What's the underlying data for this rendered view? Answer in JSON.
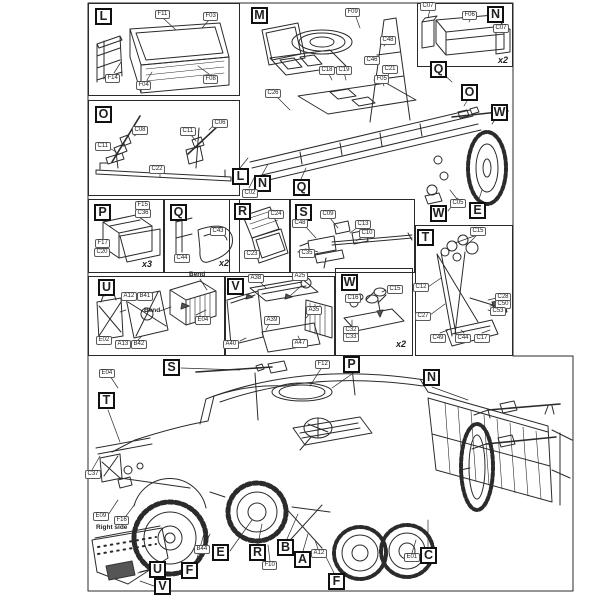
{
  "sheet": {
    "bg": "#ffffff",
    "ink": "#2b2b2b"
  },
  "panels": {
    "L": {
      "letter": "L",
      "parts": [
        "F11",
        "F03",
        "F14",
        "F04",
        "F08"
      ]
    },
    "N": {
      "letter": "N",
      "parts": [
        "C07",
        "F06",
        "C07"
      ],
      "mult": "x2"
    },
    "O": {
      "letter": "O",
      "parts": [
        "C08",
        "C11",
        "C11",
        "C06",
        "C22"
      ]
    },
    "P": {
      "letter": "P",
      "parts": [
        "F15",
        "C36",
        "F17",
        "C20"
      ],
      "mult": "x3"
    },
    "Q": {
      "letter": "Q",
      "parts": [
        "C43",
        "C44"
      ],
      "mult": "x2"
    },
    "R": {
      "letter": "R",
      "parts": [
        "C24",
        "C23"
      ]
    },
    "S": {
      "letter": "S",
      "parts": [
        "C09",
        "C48",
        "C13",
        "C10",
        "C35"
      ]
    },
    "T": {
      "letter": "T",
      "parts": [
        "C15",
        "C12",
        "C27",
        "C28",
        "C50",
        "C53",
        "C49",
        "C44",
        "C17"
      ]
    },
    "U": {
      "letter": "U",
      "parts": [
        "A12",
        "B41",
        "E04",
        "E02",
        "A13",
        "B42"
      ],
      "notes": [
        "Bend",
        "Bend"
      ]
    },
    "V": {
      "letter": "V",
      "parts": [
        "A38",
        "A25",
        "A35",
        "A39",
        "A40",
        "A47"
      ]
    },
    "W": {
      "letter": "W",
      "parts": [
        "C15",
        "C16",
        "C32",
        "C33"
      ],
      "mult": "x2"
    }
  },
  "chassis": {
    "letter": "M",
    "callouts": [
      "Q",
      "O",
      "W",
      "L",
      "N",
      "Q",
      "W",
      "E"
    ],
    "parts": [
      "F09",
      "C48",
      "C46",
      "C21",
      "C18",
      "C19",
      "F05",
      "C26",
      "C02",
      "C05"
    ]
  },
  "truck": {
    "callouts": [
      "S",
      "P",
      "N",
      "T",
      "E",
      "R",
      "B",
      "A",
      "F",
      "U",
      "V",
      "F",
      "C"
    ],
    "parts": [
      "E04",
      "F12",
      "C37",
      "E09",
      "F16",
      "B44",
      "A12",
      "F10",
      "E01"
    ],
    "note": "Right side"
  }
}
